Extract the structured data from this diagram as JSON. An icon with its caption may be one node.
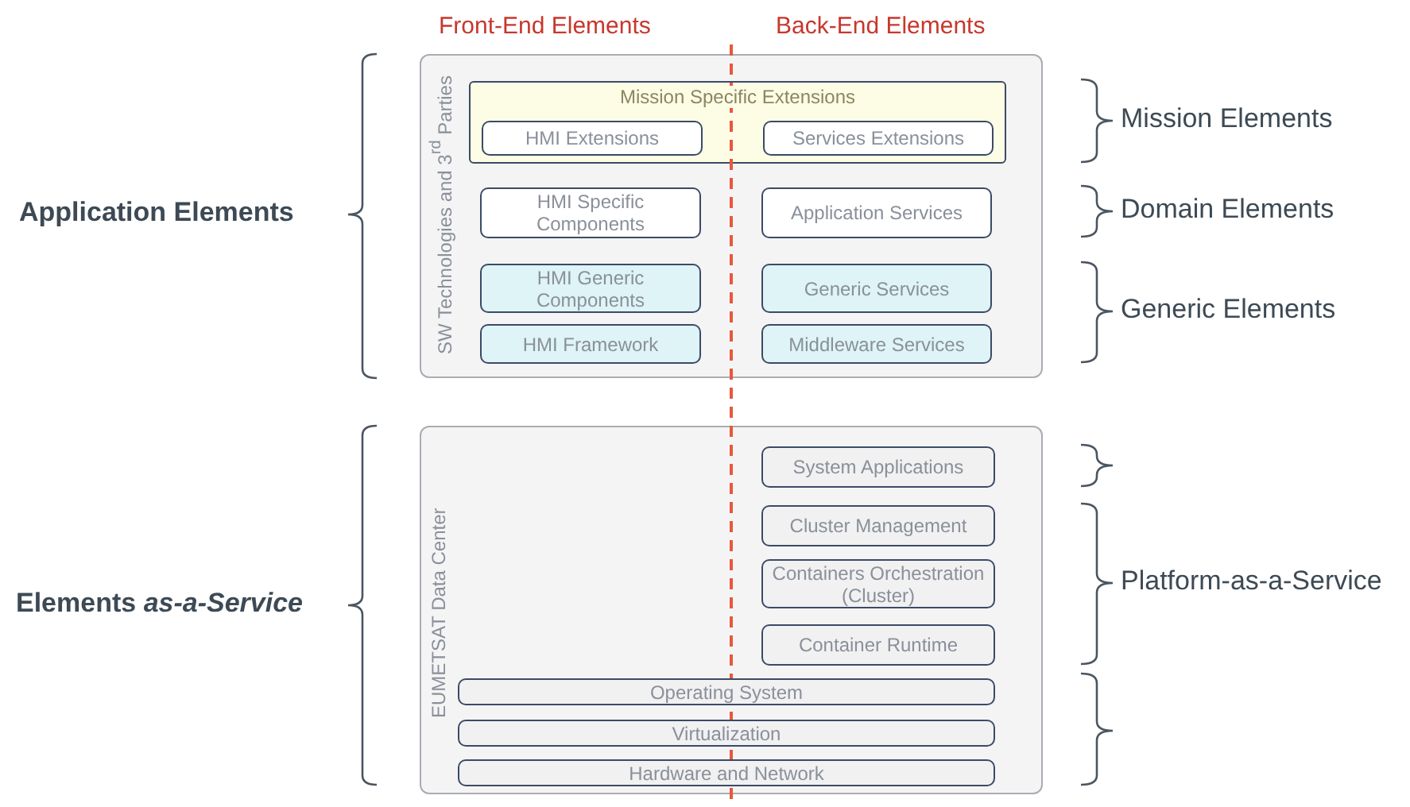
{
  "diagram": {
    "nodes": [
      {
        "text": [
          "SW Technologies and 3$^{rd}$ Parties"
        ]
      },
      {
        "text": [
          "Mission Specific Extensions"
        ],
        "in": 0
      },
      {
        "text": [
          "HMI Extensions"
        ],
        "in": 1
      },
      {
        "text": [
          "Services Extensions"
        ],
        "in": 1
      },
      {
        "text": [
          "HMI Specific Components"
        ],
        "in": 0
      },
      {
        "text": [
          "Application Services"
        ],
        "in": 0
      },
      {
        "text": [
          "HMI Generic Components"
        ],
        "in": 0
      },
      {
        "text": [
          "Generic Services"
        ],
        "in": 0
      },
      {
        "text": [
          "HMI Framework"
        ],
        "in": 0
      },
      {
        "text": [
          "Middleware Services"
        ],
        "in": 0
      },
      {
        "text": [
          "EUMETSAT Data Center"
        ]
      },
      {
        "text": [
          "System Applications"
        ],
        "in": 10
      },
      {
        "text": [
          "Cluster Management"
        ],
        "in": 10
      },
      {
        "text": [
          "Containers Orchestration (Cluster)"
        ],
        "in": 10
      },
      {
        "text": [
          "Container Runtime"
        ],
        "in": 10
      },
      {
        "text": [
          "Operating System"
        ],
        "in": 10
      },
      {
        "text": [
          "Virtualization"
        ],
        "in": 10
      },
      {
        "text": [
          "Hardware and Network"
        ],
        "in": 10
      }
    ],
    "edges": [],
    "labels": [
      "Front-End Elements",
      "Back-End Elements",
      "Application Elements",
      "Mission Elements",
      "Domain Elements",
      "Generic Elements",
      "Elements *as-a-Service*",
      "Platform-as-a-Service"
    ]
  }
}
